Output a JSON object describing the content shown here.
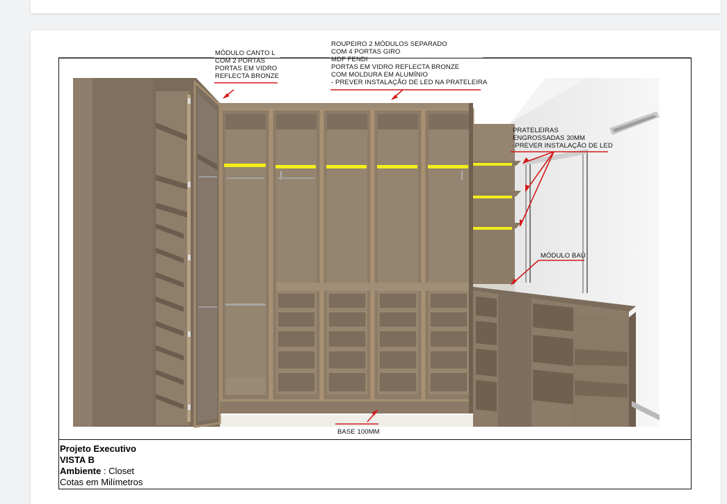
{
  "annotations": {
    "corner_module": [
      "MÓDULO CANTO L",
      "COM 2 PORTAS",
      "PORTAS EM VIDRO",
      "REFLECTA BRONZE"
    ],
    "wardrobe": [
      "ROUPEIRO 2 MÓDULOS SEPARADO",
      "COM 4 PORTAS GIRO",
      "MDF FENDI",
      "PORTAS EM VIDRO REFLECTA BRONZE",
      "COM MOLDURA EM ALUMÍNIO",
      "- PREVER INSTALAÇÃO DE LED NA PRATELEIRA"
    ],
    "shelves": [
      "PRATELEIRAS",
      "ENGROSSADAS 30MM",
      "-PREVER INSTALAÇÃO DE LED"
    ],
    "chest_module": "MÓDULO BAÚ",
    "base": "BASE 100MM"
  },
  "title_block": {
    "project": "Projeto Executivo",
    "view": "VISTA B",
    "environment_label": "Ambiente",
    "environment_value": " : Closet",
    "units": "Cotas em Milímetros"
  },
  "colors": {
    "mdf": "#8c7b67",
    "mdf_dark": "#6e5f4e",
    "glass_frame": "#a48c6e",
    "led": "#f3ee1a",
    "annotation_line": "#d11a1a"
  }
}
